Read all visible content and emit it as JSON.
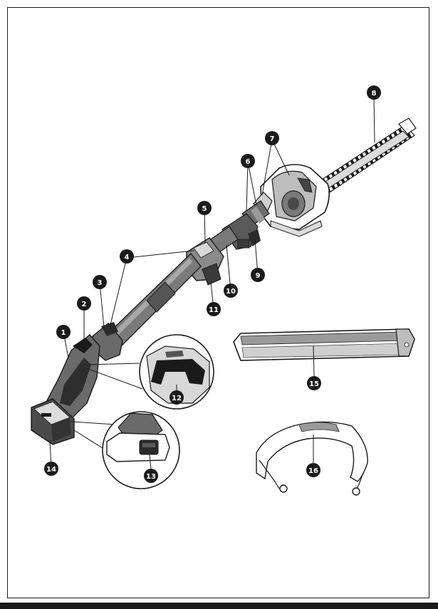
{
  "figure": {
    "callouts": [
      {
        "id": "c1",
        "label": "1"
      },
      {
        "id": "c2",
        "label": "2"
      },
      {
        "id": "c3",
        "label": "3"
      },
      {
        "id": "c4",
        "label": "4"
      },
      {
        "id": "c5",
        "label": "5"
      },
      {
        "id": "c6",
        "label": "6"
      },
      {
        "id": "c7",
        "label": "7"
      },
      {
        "id": "c8",
        "label": "8"
      },
      {
        "id": "c9",
        "label": "9"
      },
      {
        "id": "c10",
        "label": "10"
      },
      {
        "id": "c11",
        "label": "11"
      },
      {
        "id": "c12",
        "label": "12"
      },
      {
        "id": "c13",
        "label": "13"
      },
      {
        "id": "c14",
        "label": "14"
      },
      {
        "id": "c15",
        "label": "15"
      },
      {
        "id": "c16",
        "label": "16"
      }
    ],
    "colors": {
      "ink": "#1a1a1a",
      "body_gray": "#6e6e6e",
      "light_gray": "#cfcfcf",
      "paper": "#ffffff"
    }
  }
}
